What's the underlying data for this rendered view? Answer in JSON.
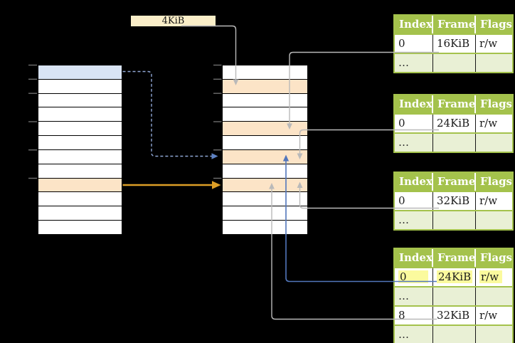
{
  "colors": {
    "background": "#000000",
    "table_green": "#a4c24c",
    "row_light_green": "#e9f0d5",
    "peach": "#fce4c7",
    "light_blue": "#d9e4f5",
    "cream": "#faeec8",
    "yellow_highlight": "#fbfa9e",
    "orange_arrow": "#dc9e26",
    "blue_arrow": "#5276bb",
    "dashed_blue": "#8fa6d4",
    "dashed_blue_head": "#5e82c4",
    "gray_line": "#b9b9b9",
    "tick_gray": "#6e6e6e",
    "cell_text": "#1a1a1a",
    "header_text": "#ffffff"
  },
  "size_label": {
    "text": "4KiB"
  },
  "left_memory": {
    "rows": [
      {
        "highlight": "blue"
      },
      {},
      {},
      {},
      {},
      {},
      {},
      {},
      {
        "highlight": "peach"
      },
      {},
      {},
      {}
    ]
  },
  "middle_memory": {
    "rows": [
      {},
      {
        "highlight": "peach"
      },
      {},
      {},
      {
        "highlight": "peach"
      },
      {},
      {
        "highlight": "peach"
      },
      {},
      {
        "highlight": "peach"
      },
      {},
      {},
      {}
    ]
  },
  "page_tables": [
    {
      "name": "page-table-16kib",
      "headers": [
        "Index",
        "Frame",
        "Flags"
      ],
      "rows": [
        {
          "type": "data",
          "cells": [
            "0",
            "16KiB",
            "r/w"
          ]
        },
        {
          "type": "dots",
          "cells": [
            "…",
            "",
            ""
          ]
        }
      ]
    },
    {
      "name": "page-table-24kib",
      "headers": [
        "Index",
        "Frame",
        "Flags"
      ],
      "rows": [
        {
          "type": "data",
          "cells": [
            "0",
            "24KiB",
            "r/w"
          ]
        },
        {
          "type": "dots",
          "cells": [
            "…",
            "",
            ""
          ]
        }
      ]
    },
    {
      "name": "page-table-32kib",
      "headers": [
        "Index",
        "Frame",
        "Flags"
      ],
      "rows": [
        {
          "type": "data",
          "cells": [
            "0",
            "32KiB",
            "r/w"
          ]
        },
        {
          "type": "dots",
          "cells": [
            "…",
            "",
            ""
          ]
        }
      ]
    },
    {
      "name": "page-table-level2",
      "headers": [
        "Index",
        "Frame",
        "Flags"
      ],
      "rows": [
        {
          "type": "data",
          "highlighted": true,
          "cells": [
            "0",
            "24KiB",
            "r/w"
          ]
        },
        {
          "type": "dots",
          "cells": [
            "…",
            "",
            ""
          ]
        },
        {
          "type": "data",
          "cells": [
            "8",
            "32KiB",
            "r/w"
          ]
        },
        {
          "type": "dots",
          "cells": [
            "…",
            "",
            ""
          ]
        }
      ]
    }
  ]
}
